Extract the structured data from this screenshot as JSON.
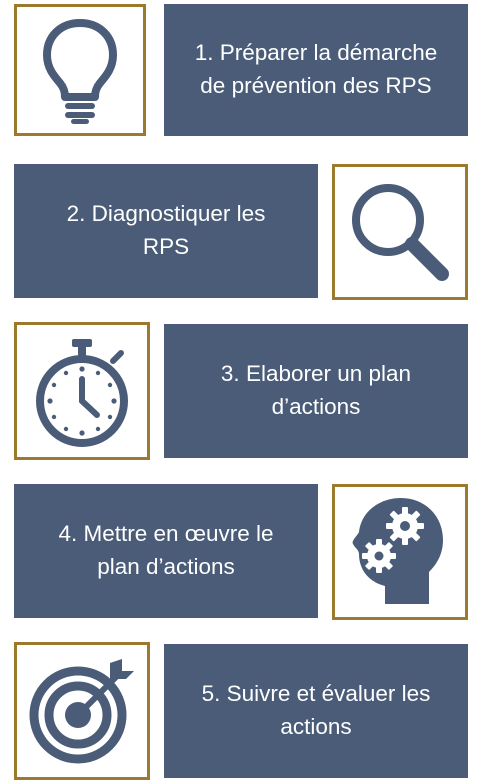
{
  "colors": {
    "box": "#4a5c78",
    "border": "#9b7a2e",
    "icon": "#4a5c78",
    "text": "#ffffff"
  },
  "steps": [
    {
      "label": "1. Préparer la démarche de prévention des RPS",
      "icon": "lightbulb-icon"
    },
    {
      "label": "2. Diagnostiquer les RPS",
      "icon": "magnifier-icon"
    },
    {
      "label": "3. Elaborer un plan d’actions",
      "icon": "stopwatch-icon"
    },
    {
      "label": "4. Mettre en œuvre le plan d’actions",
      "icon": "head-gears-icon"
    },
    {
      "label": "5. Suivre et évaluer les actions",
      "icon": "target-icon"
    }
  ]
}
